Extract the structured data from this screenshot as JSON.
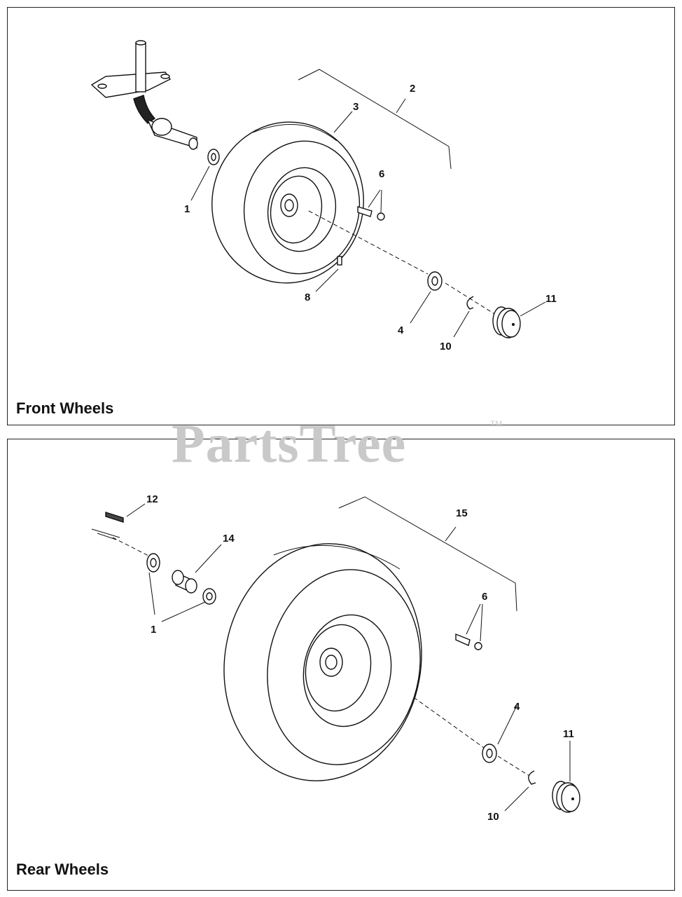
{
  "front": {
    "title": "Front Wheels",
    "callouts": {
      "c1": "1",
      "c2": "2",
      "c3": "3",
      "c4": "4",
      "c6": "6",
      "c8": "8",
      "c10": "10",
      "c11": "11"
    }
  },
  "rear": {
    "title": "Rear Wheels",
    "callouts": {
      "c12": "12",
      "c14": "14",
      "c15": "15",
      "c1": "1",
      "c6": "6",
      "c4": "4",
      "c11": "11",
      "c10": "10"
    }
  },
  "watermark": {
    "text": "PartsTree",
    "tm": "TM"
  }
}
